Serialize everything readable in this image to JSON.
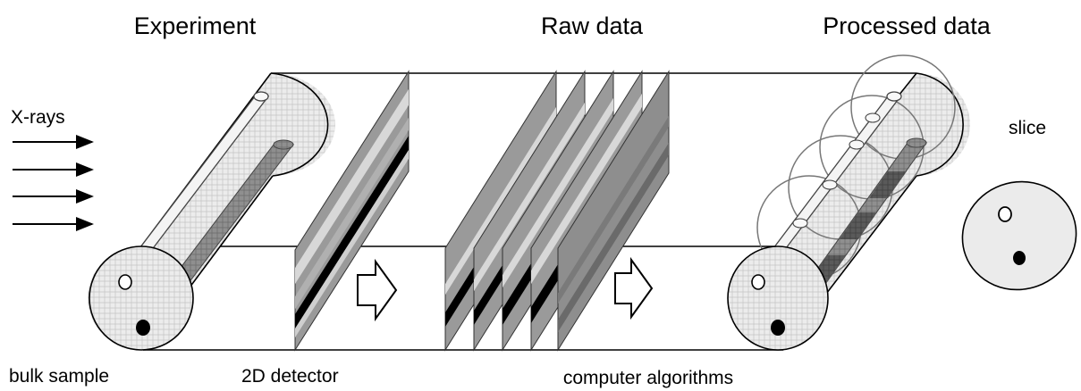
{
  "headings": {
    "experiment": "Experiment",
    "raw_data": "Raw data",
    "processed_data": "Processed data"
  },
  "labels": {
    "xrays": "X-rays",
    "slice": "slice",
    "bulk_sample": "bulk sample",
    "detector": "2D detector",
    "algorithms": "computer algorithms"
  }
}
